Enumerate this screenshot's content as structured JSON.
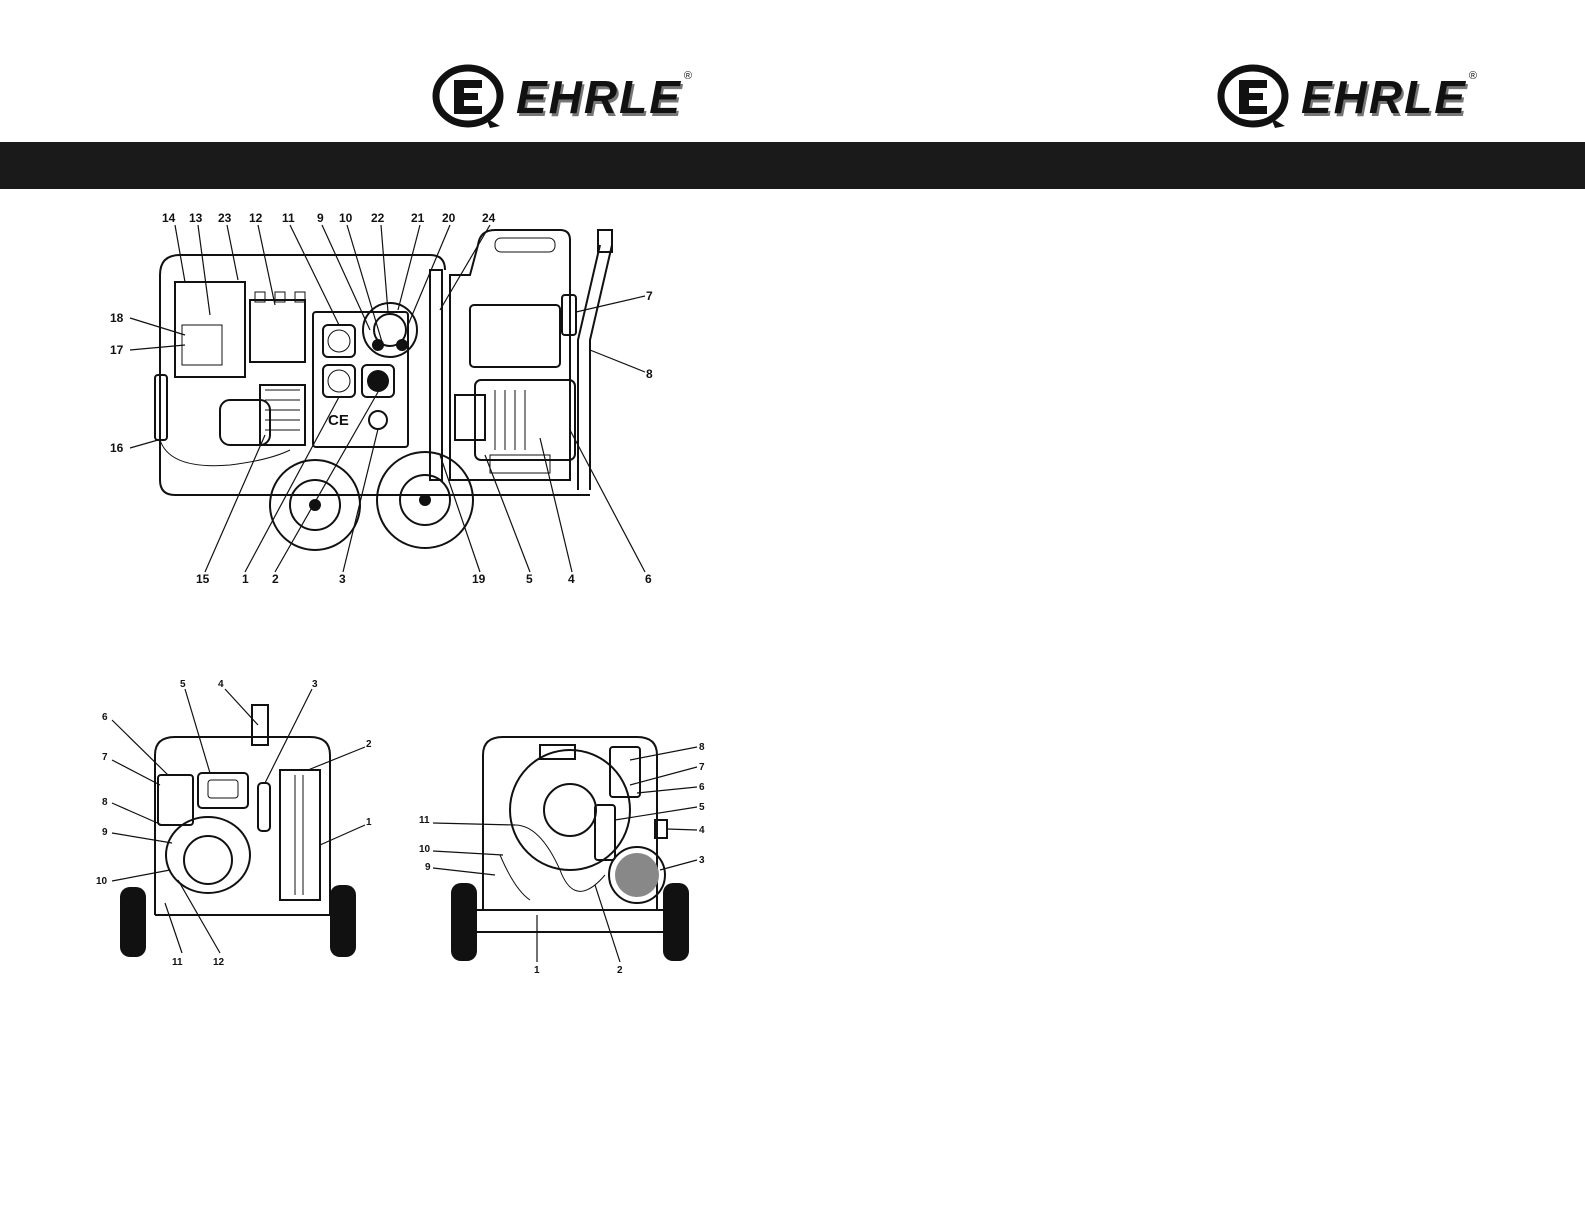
{
  "brand": {
    "name": "EHRLE",
    "registered": "®"
  },
  "figure1": {
    "mark": "CE",
    "callouts_top": [
      "14",
      "13",
      "23",
      "12",
      "11",
      "9",
      "10",
      "22",
      "21",
      "20",
      "24"
    ],
    "callouts_bottom": [
      "15",
      "1",
      "2",
      "3",
      "19",
      "5",
      "4",
      "6"
    ],
    "callouts_left": [
      "18",
      "17",
      "16"
    ],
    "callouts_right": [
      "7",
      "8"
    ]
  },
  "figure2": {
    "callouts_top": [
      "5",
      "4",
      "3"
    ],
    "callouts_right": [
      "2",
      "1"
    ],
    "callouts_left": [
      "6",
      "7",
      "8",
      "9",
      "10"
    ],
    "callouts_bottom": [
      "11",
      "12"
    ]
  },
  "figure3": {
    "callouts_right": [
      "8",
      "7",
      "6",
      "5",
      "4",
      "3"
    ],
    "callouts_left": [
      "11",
      "10",
      "9"
    ],
    "callouts_bottom": [
      "1",
      "2"
    ]
  }
}
